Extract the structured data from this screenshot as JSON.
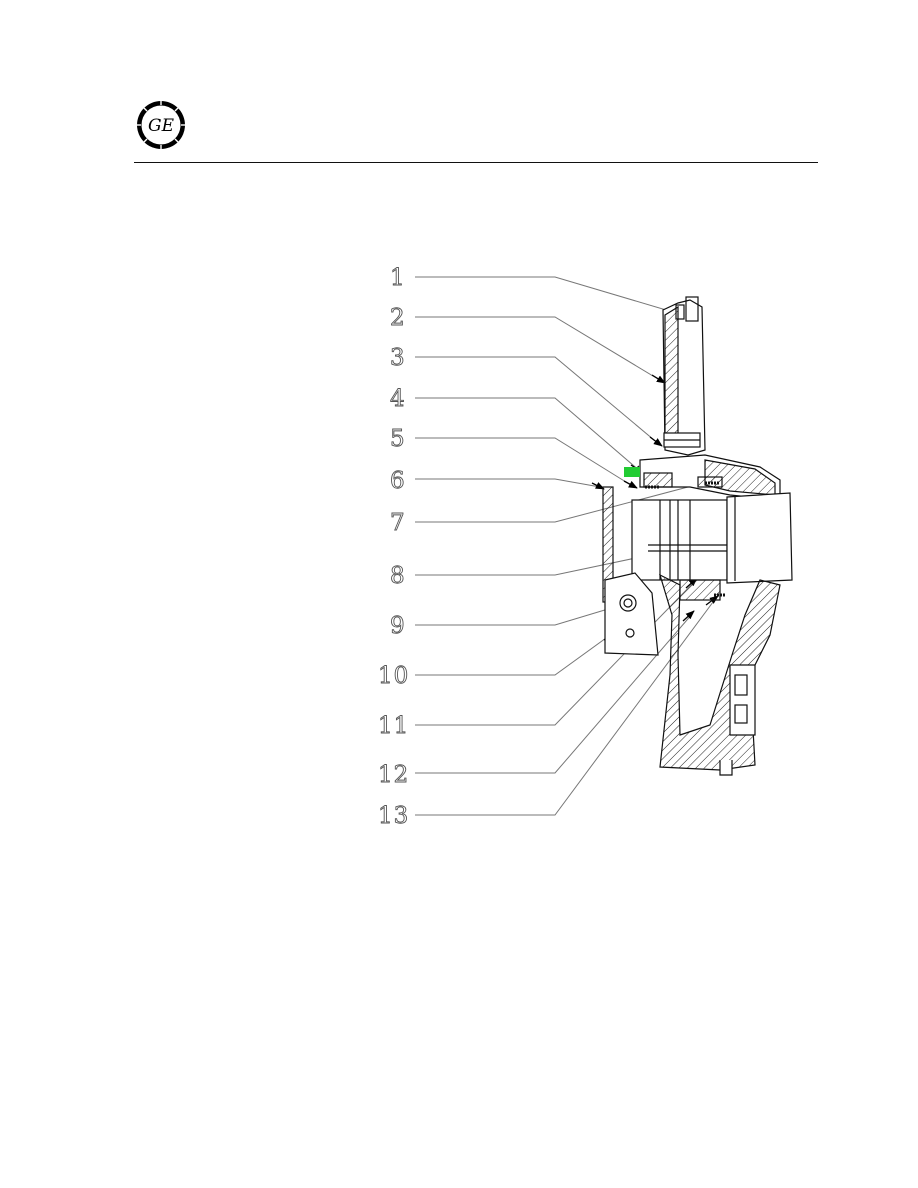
{
  "header": {
    "logo_text": "GE",
    "logo_name": "General Electric monogram"
  },
  "diagram": {
    "callouts": [
      {
        "label": "1"
      },
      {
        "label": "2"
      },
      {
        "label": "3"
      },
      {
        "label": "4"
      },
      {
        "label": "5"
      },
      {
        "label": "6"
      },
      {
        "label": "7"
      },
      {
        "label": "8"
      },
      {
        "label": "9"
      },
      {
        "label": "10"
      },
      {
        "label": "11"
      },
      {
        "label": "12"
      },
      {
        "label": "13"
      }
    ],
    "highlight_color": "#22cc33",
    "line_color": "#111111",
    "leader_color": "#777777"
  }
}
